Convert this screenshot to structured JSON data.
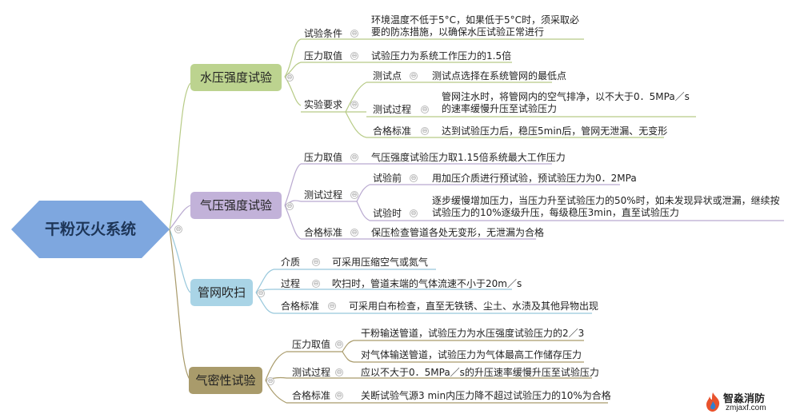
{
  "root": {
    "label": "干粉灭火系统",
    "color": "#7ea7df"
  },
  "branches": [
    {
      "label": "水压强度试验",
      "color": "#bcd38f",
      "line": "#b7cb86",
      "children": [
        {
          "label": "试验条件",
          "text": "环境温度不低于5°C，如果低于5°C时，须采取必要的防冻措施，以确保水压试验正常进行"
        },
        {
          "label": "压力取值",
          "text": "试验压力为系统工作压力的1.5倍"
        },
        {
          "label": "实验要求",
          "children": [
            {
              "label": "测试点",
              "text": "测试点选择在系统管网的最低点"
            },
            {
              "label": "测试过程",
              "text": "管网注水时，将管网内的空气排净，以不大于0．5MPa／s的速率缓慢升压至试验压力"
            },
            {
              "label": "合格标准",
              "text": "达到试验压力后，稳压5min后，管网无泄漏、无变形"
            }
          ]
        }
      ]
    },
    {
      "label": "气压强度试验",
      "color": "#c2b2d9",
      "line": "#b9a9d0",
      "children": [
        {
          "label": "压力取值",
          "text": "气压强度试验压力取1.15倍系统最大工作压力"
        },
        {
          "label": "测试过程",
          "children": [
            {
              "label": "试验前",
              "text": "用加压介质进行预试验，预试验压力为0．2MPa"
            },
            {
              "label": "试验时",
              "text": "逐步缓慢增加压力，当压力升至试验压力的50%时，如未发现异状或泄漏，继续按试验压力的10%逐级升压，每级稳压3min，直至试验压力"
            }
          ]
        },
        {
          "label": "合格标准",
          "text": "保压检查管道各处无变形，无泄漏为合格"
        }
      ]
    },
    {
      "label": "管网吹扫",
      "color": "#a9d4e6",
      "line": "#98c8dc",
      "children": [
        {
          "label": "介质",
          "text": "可采用压缩空气或氮气"
        },
        {
          "label": "过程",
          "text": "吹扫时，管道末端的气体流速不小于20m／s"
        },
        {
          "label": "合格标准",
          "text": "可采用白布检查，直至无铁锈、尘土、水渍及其他异物出现"
        }
      ]
    },
    {
      "label": "气密性试验",
      "color": "#a99b6b",
      "line": "#a99b6b",
      "children": [
        {
          "label": "压力取值",
          "items": [
            "干粉输送管道，试验压力为水压强度试验压力的2／3",
            "对气体输送管道，试验压力为气体最高工作储存压力"
          ]
        },
        {
          "label": "测试过程",
          "text": "应以不大于0．5MPa／s的升压速率缓慢升压至试验压力"
        },
        {
          "label": "合格标准",
          "text": "关断试验气源3 min内压力降不超过试验压力的10%为合格"
        }
      ]
    }
  ],
  "toggle_glyph": "⊖",
  "watermark": {
    "cn": "智淼消防",
    "en": "zmjaxf.com",
    "icon": "flame-logo-icon"
  }
}
